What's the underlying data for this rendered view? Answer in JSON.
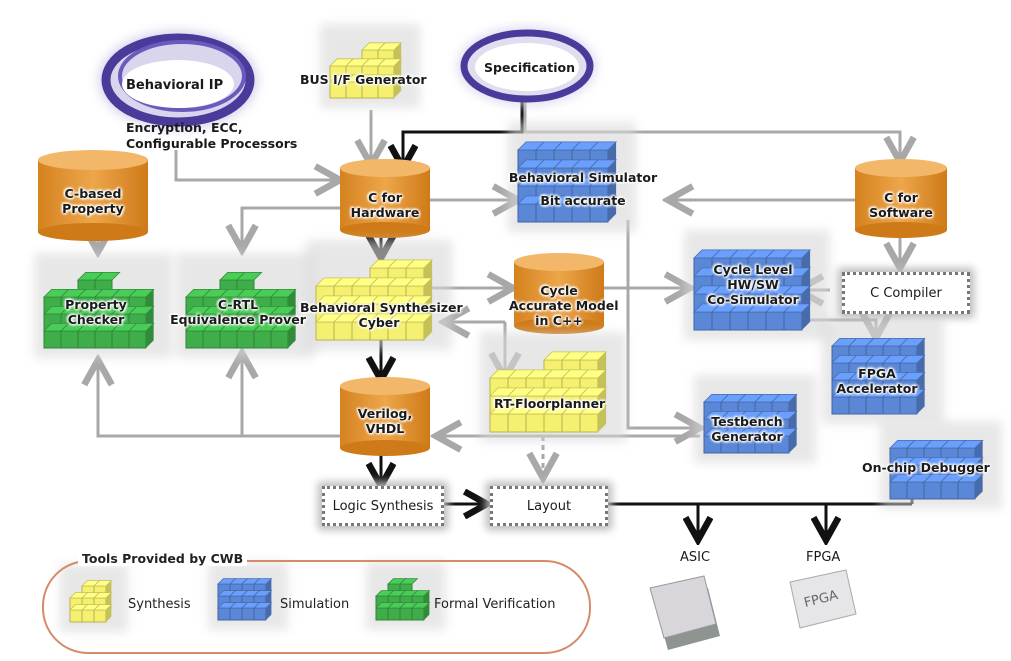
{
  "colors": {
    "synthesis": "#f5f070",
    "simulation": "#5a87d6",
    "formal_verification": "#3fae4a",
    "data_store": "#e0962e",
    "spec_ring": "#4b3a9a",
    "arrow_gray": "#a8a8a8",
    "arrow_black": "#111111",
    "legend_border": "#d58a6a"
  },
  "nodes": {
    "behavioral_ip": "Behavioral IP",
    "behavioral_ip_note_1": "Encryption, ECC,",
    "behavioral_ip_note_2": "Configurable Processors",
    "bus_if_generator": "BUS I/F Generator",
    "specification": "Specification",
    "c_based_property_1": "C-based",
    "c_based_property_2": "Property",
    "c_for_hardware_1": "C for",
    "c_for_hardware_2": "Hardware",
    "behavioral_simulator_1": "Behavioral Simulator",
    "behavioral_simulator_2": "Bit accurate",
    "c_for_software_1": "C for",
    "c_for_software_2": "Software",
    "property_checker_1": "Property",
    "property_checker_2": "Checker",
    "c_rtl_prover_1": "C-RTL",
    "c_rtl_prover_2": "Equivalence Prover",
    "behavioral_synthesizer_1": "Behavioral Synthesizer",
    "behavioral_synthesizer_2": "Cyber",
    "cycle_model_1": "Cycle",
    "cycle_model_2": "Accurate Model",
    "cycle_model_3": "in C++",
    "co_simulator_1": "Cycle Level",
    "co_simulator_2": "HW/SW",
    "co_simulator_3": "Co-Simulator",
    "c_compiler": "C Compiler",
    "fpga_accelerator_1": "FPGA",
    "fpga_accelerator_2": "Accelerator",
    "verilog_vhdl_1": "Verilog,",
    "verilog_vhdl_2": "VHDL",
    "rt_floorplanner": "RT-Floorplanner",
    "testbench_generator_1": "Testbench",
    "testbench_generator_2": "Generator",
    "on_chip_debugger": "On-chip Debugger",
    "logic_synthesis": "Logic Synthesis",
    "layout": "Layout",
    "asic": "ASIC",
    "fpga": "FPGA",
    "fpga_chip_text": "FPGA"
  },
  "legend": {
    "title": "Tools Provided by CWB",
    "items": [
      {
        "label": "Synthesis",
        "icon": "yellow-cube-stack-icon"
      },
      {
        "label": "Simulation",
        "icon": "blue-cube-stack-icon"
      },
      {
        "label": "Formal Verification",
        "icon": "green-cube-stack-icon"
      }
    ]
  }
}
